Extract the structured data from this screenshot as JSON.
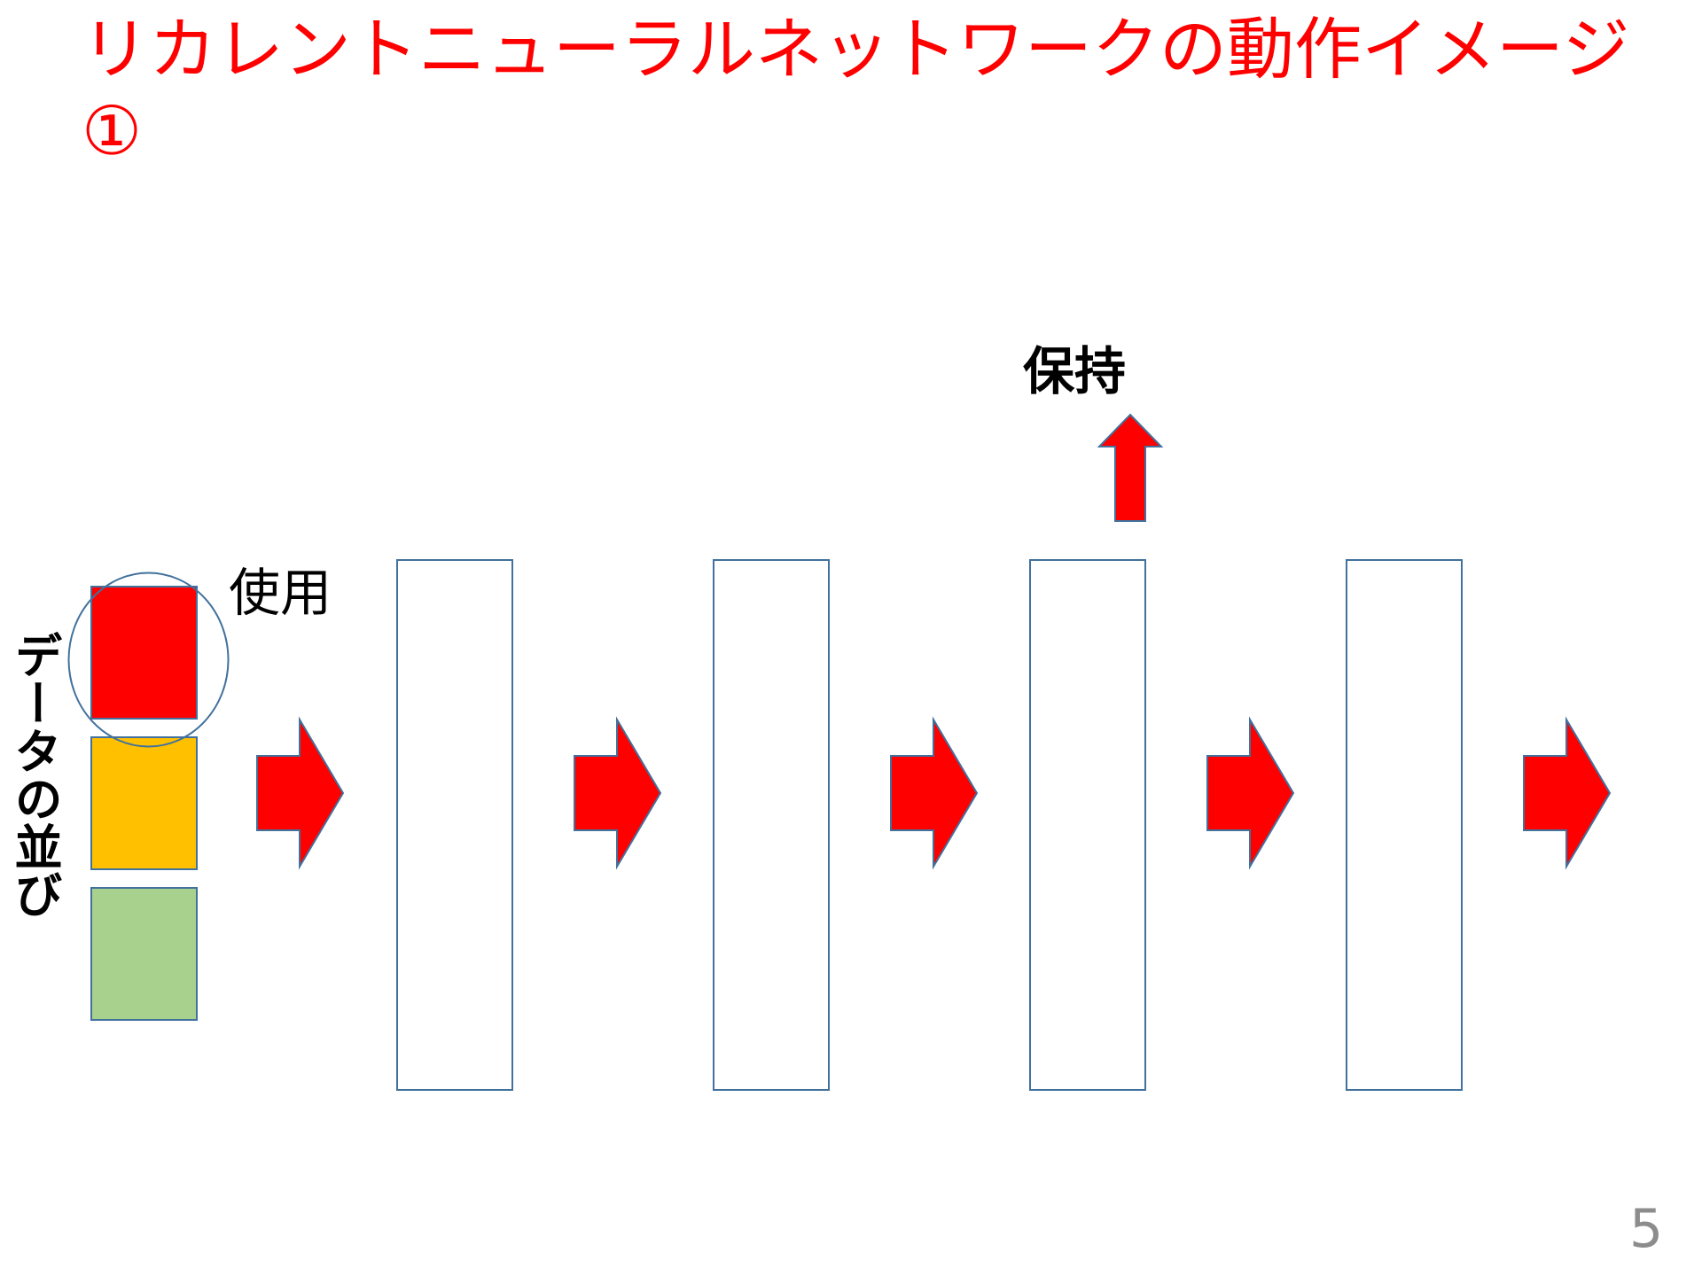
{
  "slide": {
    "title": "リカレントニューラルネットワークの動作イメージ ①",
    "page_number": "5"
  },
  "diagram": {
    "sequence_label": "データの並び",
    "used_label": "使用",
    "retain_label": "保持",
    "data_items": [
      {
        "name": "data-item-1",
        "color": "#ff0000",
        "selected": true
      },
      {
        "name": "data-item-2",
        "color": "#ffc000",
        "selected": false
      },
      {
        "name": "data-item-3",
        "color": "#a9d18e",
        "selected": false
      }
    ],
    "steps": 4,
    "retain_at_step": 3,
    "colors": {
      "title": "#ff0000",
      "arrow_fill": "#ff0000",
      "outline": "#41719c",
      "page_number": "#8c8c8c"
    }
  }
}
